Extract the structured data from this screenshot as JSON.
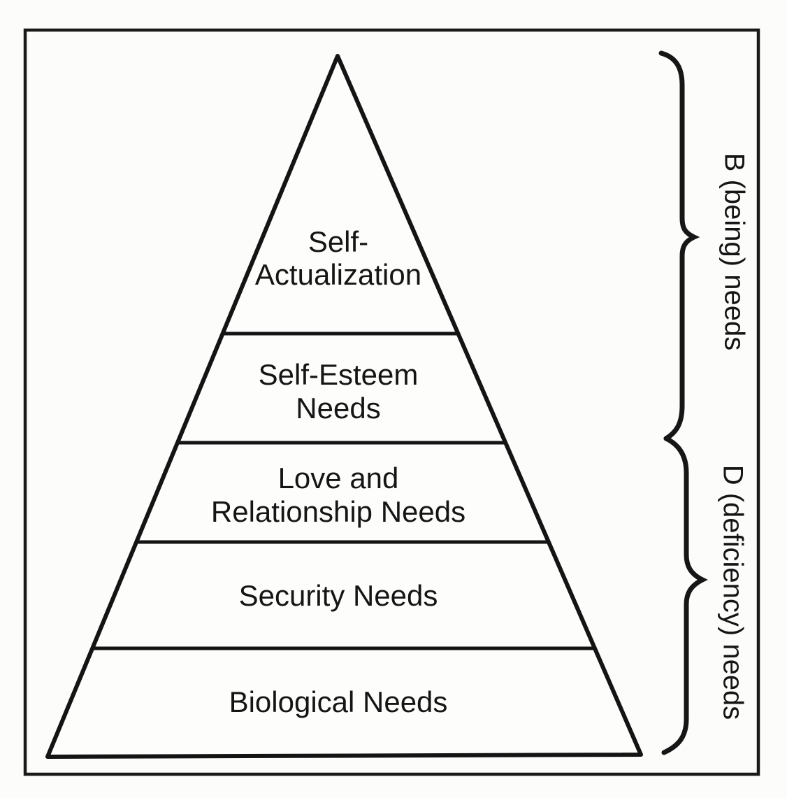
{
  "page": {
    "background": "#fcfcfb",
    "ink_color": "#151515"
  },
  "pyramid": {
    "levels": [
      {
        "id": "self-actualization",
        "lines": [
          "Self-",
          "Actualization"
        ]
      },
      {
        "id": "self-esteem",
        "lines": [
          "Self-Esteem",
          "Needs"
        ]
      },
      {
        "id": "love-relationship",
        "lines": [
          "Love and",
          "Relationship Needs"
        ]
      },
      {
        "id": "security",
        "lines": [
          "Security Needs"
        ]
      },
      {
        "id": "biological",
        "lines": [
          "Biological Needs"
        ]
      }
    ]
  },
  "annotations": {
    "being_needs": "B (being) needs",
    "deficiency_needs": "D (deficiency) needs"
  }
}
